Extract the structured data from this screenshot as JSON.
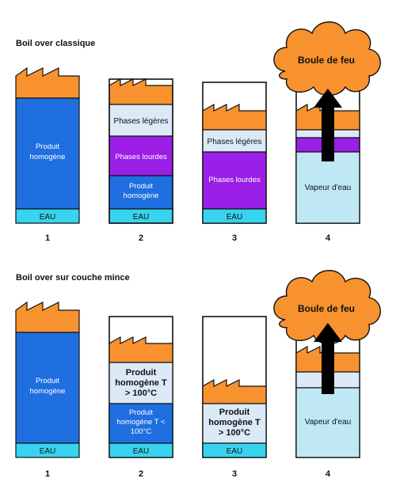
{
  "colors": {
    "blue": "#1f6fe0",
    "purple": "#9b1fe6",
    "light_blue": "#dce9f7",
    "water": "#38d3ee",
    "vapour": "#bfe8f4",
    "fire": "#f7922f",
    "arrow": "#000000"
  },
  "top": {
    "title": "Boil over classique",
    "labels": {
      "c1_main": [
        "Produit",
        "homogène"
      ],
      "c1_eau": "EAU",
      "c2_light": "Phases légères",
      "c2_heavy": "Phases lourdes",
      "c2_prod": [
        "Produit",
        "homogène"
      ],
      "c2_eau": "EAU",
      "c3_light": "Phases légères",
      "c3_heavy": "Phases lourdes",
      "c3_eau": "EAU",
      "c4_vapour": "Vapeur d'eau",
      "c4_fire": "Boule de feu"
    },
    "numbers": [
      "1",
      "2",
      "3",
      "4"
    ]
  },
  "bottom": {
    "title": "Boil over sur couche mince",
    "labels": {
      "c1_main": [
        "Produit",
        "homogène"
      ],
      "c1_eau": "EAU",
      "c2_hot": [
        "Produit",
        "homogène T",
        "> 100°C"
      ],
      "c2_cold": [
        "Produit",
        "homogène T <",
        "100°C"
      ],
      "c2_eau": "EAU",
      "c3_hot": [
        "Produit",
        "homogène T",
        "> 100°C"
      ],
      "c3_eau": "EAU",
      "c4_vapour": "Vapeur d'eau",
      "c4_fire": "Boule de feu"
    },
    "numbers": [
      "1",
      "2",
      "3",
      "4"
    ]
  }
}
